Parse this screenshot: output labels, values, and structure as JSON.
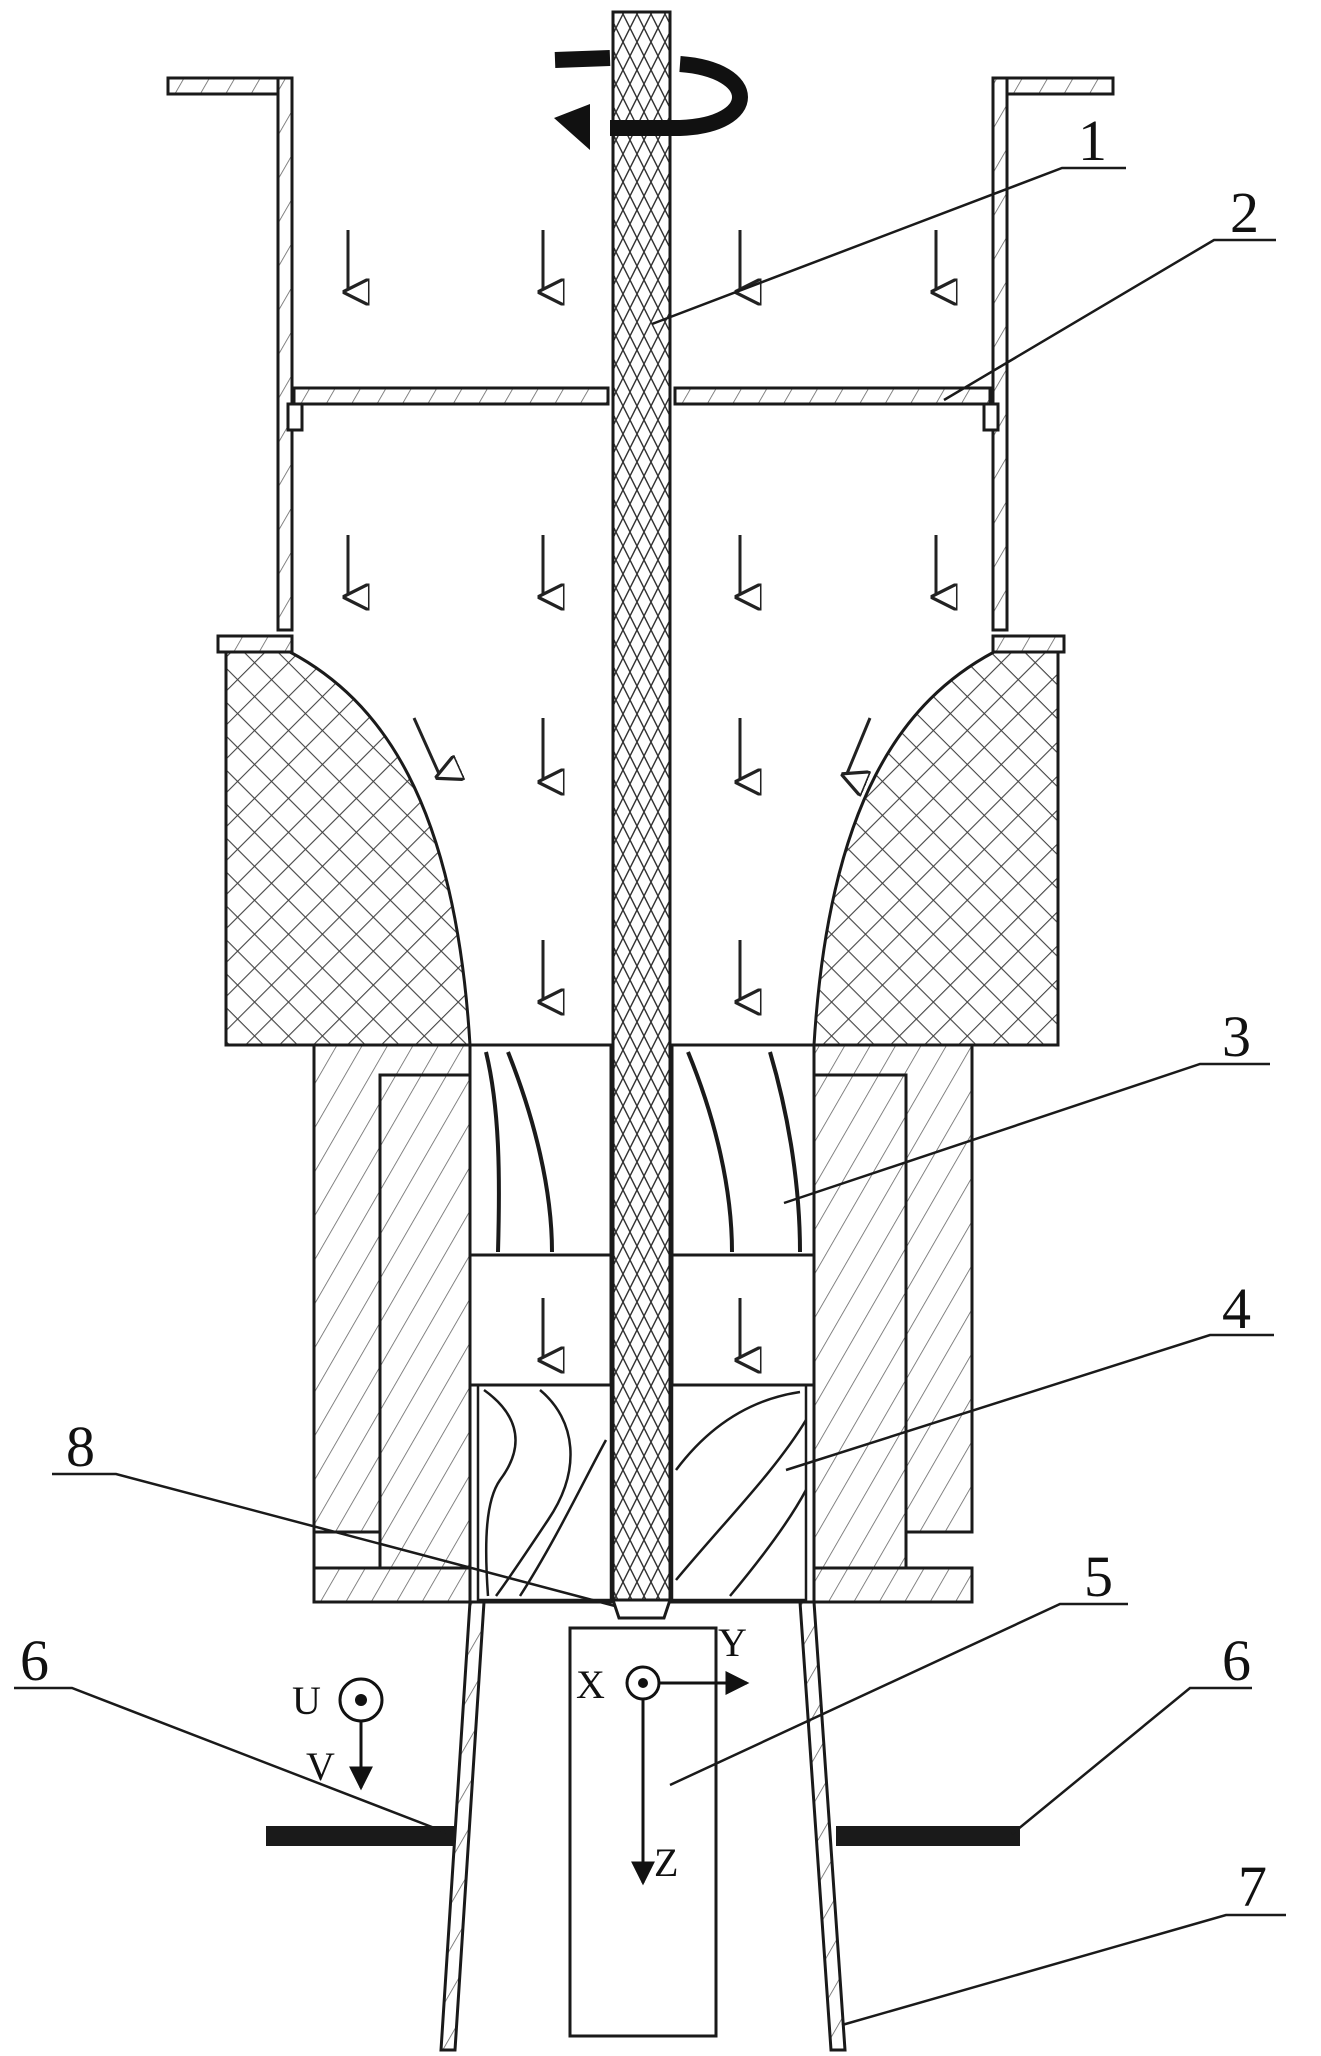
{
  "labels": {
    "part_1": "1",
    "part_2": "2",
    "part_3": "3",
    "part_4": "4",
    "part_5": "5",
    "part_6_left": "6",
    "part_6_right": "6",
    "part_7": "7",
    "part_8": "8"
  },
  "axes": {
    "x": "X",
    "y": "Y",
    "z": "Z",
    "u": "U",
    "v": "V"
  },
  "colors": {
    "line": "#1a1a1a",
    "hatch": "#555555",
    "background": "#ffffff"
  }
}
